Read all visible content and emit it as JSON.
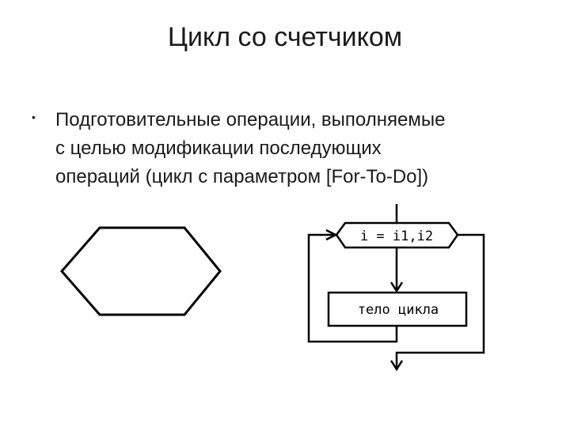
{
  "slide": {
    "title": "Цикл со счетчиком",
    "bullet": {
      "lines": [
        "Подготовительные операции, выполняемые",
        "с целью модификации последующих",
        "операций (цикл с параметром [For-To-Do])"
      ]
    }
  },
  "diagram": {
    "loop_header_label": "i = i1,i2",
    "loop_body_label": "тело цикла",
    "stroke_color": "#000000"
  }
}
